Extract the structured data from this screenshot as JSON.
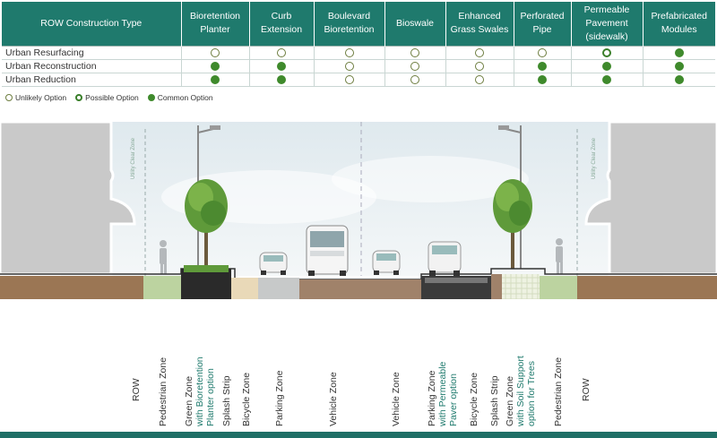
{
  "table": {
    "headers": [
      "ROW Construction Type",
      "Bioretention Planter",
      "Curb Extension",
      "Boulevard Bioretention",
      "Bioswale",
      "Enhanced Grass Swales",
      "Perforated Pipe",
      "Permeable Pavement (sidewalk)",
      "Prefabricated Modules"
    ],
    "rows": [
      {
        "label": "Urban Resurfacing",
        "values": [
          "unlikely",
          "unlikely",
          "unlikely",
          "unlikely",
          "unlikely",
          "unlikely",
          "possible",
          "common"
        ]
      },
      {
        "label": "Urban Reconstruction",
        "values": [
          "common",
          "common",
          "unlikely",
          "unlikely",
          "unlikely",
          "common",
          "common",
          "common"
        ]
      },
      {
        "label": "Urban Reduction",
        "values": [
          "common",
          "common",
          "unlikely",
          "unlikely",
          "unlikely",
          "common",
          "common",
          "common"
        ]
      }
    ]
  },
  "legend": {
    "unlikely": "Unlikely Option",
    "possible": "Possible Option",
    "common": "Common Option"
  },
  "section": {
    "utility_zone_left": "Utility Clear Zone",
    "utility_zone_right": "Utility Clear Zone"
  },
  "zones": [
    {
      "l1": "ROW",
      "l2": ""
    },
    {
      "l1": "Pedestrian Zone",
      "l2": ""
    },
    {
      "l1": "Green Zone",
      "l2": "with Bioretention",
      "l3": "Planter option"
    },
    {
      "l1": "Splash Strip",
      "l2": ""
    },
    {
      "l1": "Bicycle Zone",
      "l2": ""
    },
    {
      "l1": "Parking Zone",
      "l2": ""
    },
    {
      "l1": "Vehicle Zone",
      "l2": ""
    },
    {
      "l1": "Vehicle Zone",
      "l2": ""
    },
    {
      "l1": "Parking Zone",
      "l2": "with Permeable",
      "l3": "Paver option"
    },
    {
      "l1": "Bicycle Zone",
      "l2": ""
    },
    {
      "l1": "Splash Strip",
      "l2": ""
    },
    {
      "l1": "Green Zone",
      "l2": "with Soil Support",
      "l3": "option for Trees"
    },
    {
      "l1": "Pedestrian Zone",
      "l2": ""
    },
    {
      "l1": "ROW",
      "l2": ""
    }
  ],
  "colors": {
    "header_bg": "#1f7a6d",
    "common": "#3f8a2c",
    "accent_text": "#1f7a6d"
  }
}
